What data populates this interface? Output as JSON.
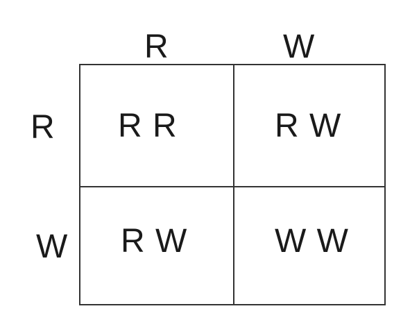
{
  "punnett": {
    "column_alleles": [
      "R",
      "W"
    ],
    "row_alleles": [
      "R",
      "W"
    ],
    "cells": [
      [
        "R R",
        "R W"
      ],
      [
        "R W",
        "W W"
      ]
    ]
  }
}
